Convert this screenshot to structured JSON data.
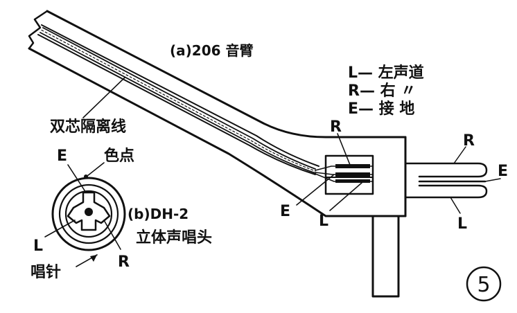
{
  "diagram": {
    "title_a": "(a)206 音臂",
    "cable_label": "双芯隔离线",
    "dot_label": "色点",
    "title_b_line1": "(b)DH-2",
    "title_b_line2": "立体声唱头",
    "needle_label": "唱针",
    "pin_e": "E",
    "pin_l": "L",
    "pin_r": "R",
    "arm_r": "R",
    "arm_e": "E",
    "arm_l": "L",
    "plug_r": "R",
    "plug_e": "E",
    "plug_l": "L",
    "legend": {
      "line1": "L— 左声道",
      "line2": "R— 右 〃",
      "line3": "E— 接 地"
    },
    "figure_number": "5",
    "colors": {
      "ink": "#111111",
      "paper": "#ffffff"
    }
  }
}
